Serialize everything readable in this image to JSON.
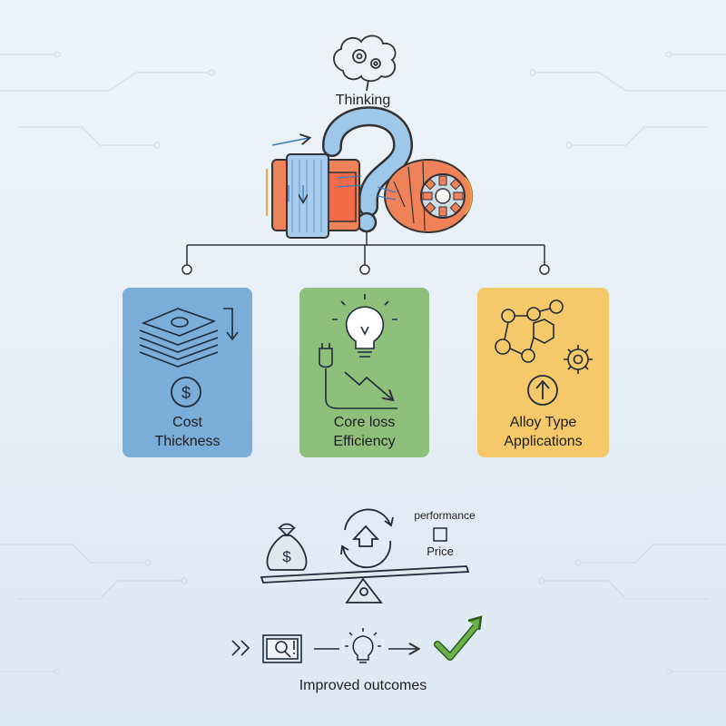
{
  "header": {
    "title": "Thinking"
  },
  "cards": [
    {
      "line1": "Cost",
      "line2": "Thickness"
    },
    {
      "line1": "Core loss",
      "line2": "Efficiency"
    },
    {
      "line1": "Alloy Type",
      "line2": "Applications"
    }
  ],
  "balance": {
    "performance_label": "performance",
    "price_label": "Price"
  },
  "flow": {
    "outcome_label": "Improved outcomes"
  },
  "colors": {
    "card_blue": "#7aaed8",
    "card_green": "#8ec07c",
    "card_yellow": "#f5c96a",
    "accent_orange": "#f0825a",
    "accent_blue": "#8fbfe6",
    "check_green": "#5fa83f",
    "line": "#333333"
  },
  "icons": [
    "brain-gears-icon",
    "question-mark-icon",
    "transformer-core-icon",
    "motor-rotor-icon",
    "money-stack-icon",
    "dollar-icon",
    "lightbulb-icon",
    "plug-icon",
    "trend-down-icon",
    "molecule-icon",
    "gear-icon",
    "up-arrow-icon",
    "money-bag-icon",
    "cycle-arrows-icon",
    "checkbox-icon",
    "seesaw-icon",
    "chevrons-icon",
    "magnifier-document-icon",
    "arrow-icon",
    "check-arrow-icon"
  ]
}
